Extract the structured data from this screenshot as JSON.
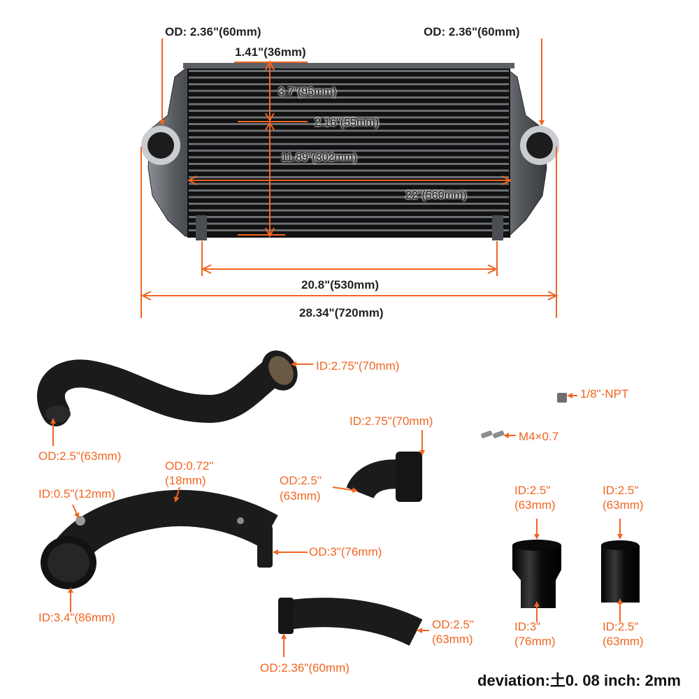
{
  "colors": {
    "accent": "#f26522",
    "part": "#1b1b1b",
    "core": "#111111",
    "tank": "#55585c"
  },
  "intercooler": {
    "od_left": "OD: 2.36\"(60mm)",
    "od_right": "OD: 2.36\"(60mm)",
    "fin_spacing": "1.41\"(36mm)",
    "upper_height": "3.7\"(95mm)",
    "gap": "2.16\"(55mm)",
    "core_height": "11.89\"(302mm)",
    "core_width": "22\"(560mm)",
    "bracket_span": "20.8\"(530mm)",
    "overall_width": "28.34\"(720mm)"
  },
  "parts": {
    "pipe_top_od": "OD:2.5\"(63mm)",
    "pipe_top_id": "ID:2.75\"(70mm)",
    "short_pipe_id": "ID:2.75\"(70mm)",
    "short_pipe_od_1": "OD:2.5\"",
    "short_pipe_od_2": "(63mm)",
    "npt": "1/8\"-NPT",
    "screw": "M4×0.7",
    "chargepipe_id_small": "ID:0.5\"(12mm)",
    "chargepipe_od_port_1": "OD:0.72\"",
    "chargepipe_od_port_2": "(18mm)",
    "chargepipe_od": "OD:3\"(76mm)",
    "chargepipe_id": "ID:3.4\"(86mm)",
    "bottom_pipe_od_1": "OD:2.5\"",
    "bottom_pipe_od_2": "(63mm)",
    "bottom_pipe_od_left": "OD:2.36\"(60mm)",
    "coupler1_top_1": "ID:2.5\"",
    "coupler1_top_2": "(63mm)",
    "coupler1_bot_1": "ID:3\"",
    "coupler1_bot_2": "(76mm)",
    "coupler2_top_1": "ID:2.5\"",
    "coupler2_top_2": "(63mm)",
    "coupler2_bot_1": "ID:2.5\"",
    "coupler2_bot_2": "(63mm)"
  },
  "footer": {
    "deviation": "deviation:土0. 08 inch: 2mm"
  }
}
